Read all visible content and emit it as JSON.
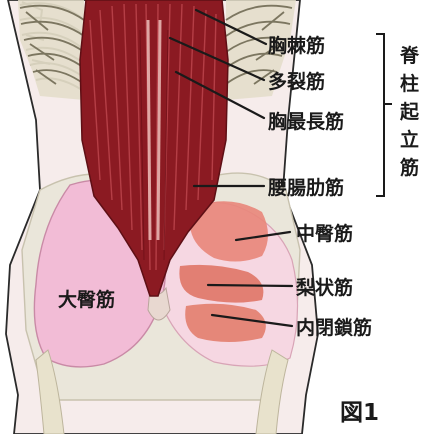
{
  "labels": {
    "spinalis": "胸棘筋",
    "multifidus": "多裂筋",
    "longissimus": "胸最長筋",
    "iliocostalis": "腰腸肋筋",
    "erector_group": [
      "脊",
      "柱",
      "起",
      "立",
      "筋"
    ],
    "gluteus_medius": "中臀筋",
    "piriformis": "梨状筋",
    "obturator_internus": "内閉鎖筋",
    "gluteus_maximus": "大臀筋",
    "figure_number": "図1"
  },
  "colors": {
    "erector_muscle": "#8b1a22",
    "gluteus_maximus": "#f2bcd6",
    "deep_muscles": "#e9867a",
    "skin": "#f6eceb",
    "bone": "#eae6da"
  }
}
